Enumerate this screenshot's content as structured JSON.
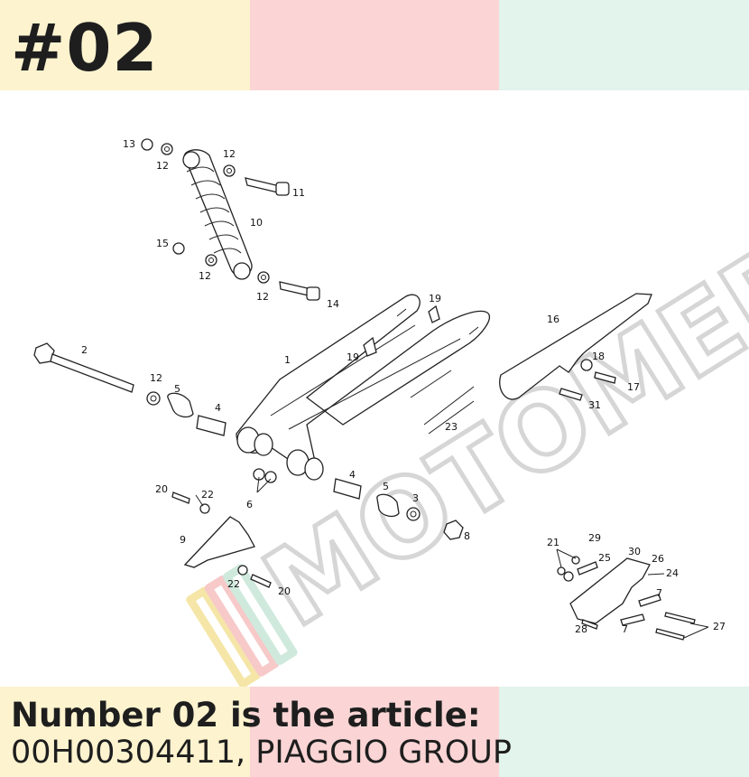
{
  "header": {
    "badge": "#02"
  },
  "footer": {
    "line1": "Number 02 is the article:",
    "article_code": "00H00304411",
    "separator": ", ",
    "manufacturer": "PIAGGIO GROUP"
  },
  "colors": {
    "band_yellow": "#fdf3cf",
    "band_pink": "#fbd5d5",
    "band_mint": "#e2f4ec",
    "text": "#1e1e1e"
  },
  "watermark": {
    "text": "MOTOMERCIA"
  },
  "diagram": {
    "callouts": [
      "13",
      "12",
      "12",
      "11",
      "10",
      "15",
      "12",
      "12",
      "14",
      "2",
      "12",
      "5",
      "4",
      "1",
      "19",
      "19",
      "16",
      "18",
      "17",
      "31",
      "23",
      "20",
      "22",
      "6",
      "4",
      "5",
      "3",
      "8",
      "9",
      "22",
      "20",
      "21",
      "29",
      "25",
      "30",
      "26",
      "24",
      "7",
      "7",
      "28",
      "27"
    ]
  }
}
